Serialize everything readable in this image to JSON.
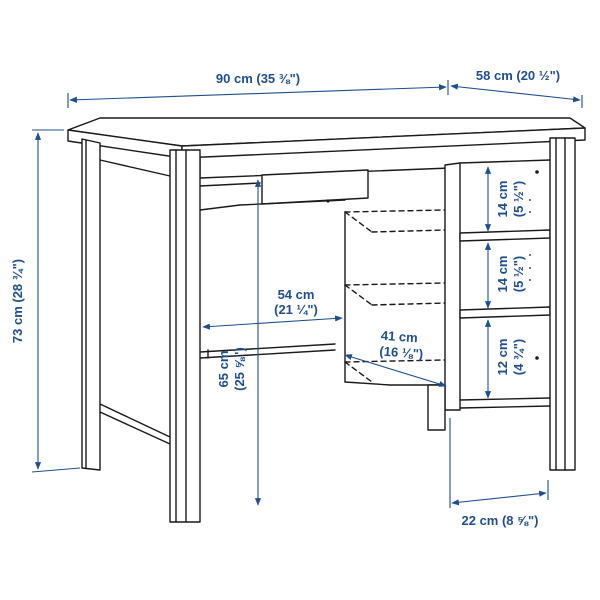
{
  "colors": {
    "dimension": "#1f4f8f",
    "outline": "#1a1a1a"
  },
  "dimensions": {
    "width": "90 cm (35 ⅜\")",
    "depth": "58 cm (20 ½\")",
    "height": "73 cm (28 ¾\")",
    "knee_width": "54 cm",
    "knee_width_in": "(21 ¼\")",
    "knee_height": "65 cm",
    "knee_height_in": "(25 ⅝\")",
    "shelf_depth": "41 cm",
    "shelf_depth_in": "(16 ⅛\")",
    "shelf_width": "22 cm (8 ⅝\")",
    "shelf_1": "14 cm",
    "shelf_1_in": "(5 ½\")",
    "shelf_2": "14 cm",
    "shelf_2_in": "(5 ½\")",
    "shelf_3": "12 cm",
    "shelf_3_in": "(4 ¾\")"
  }
}
